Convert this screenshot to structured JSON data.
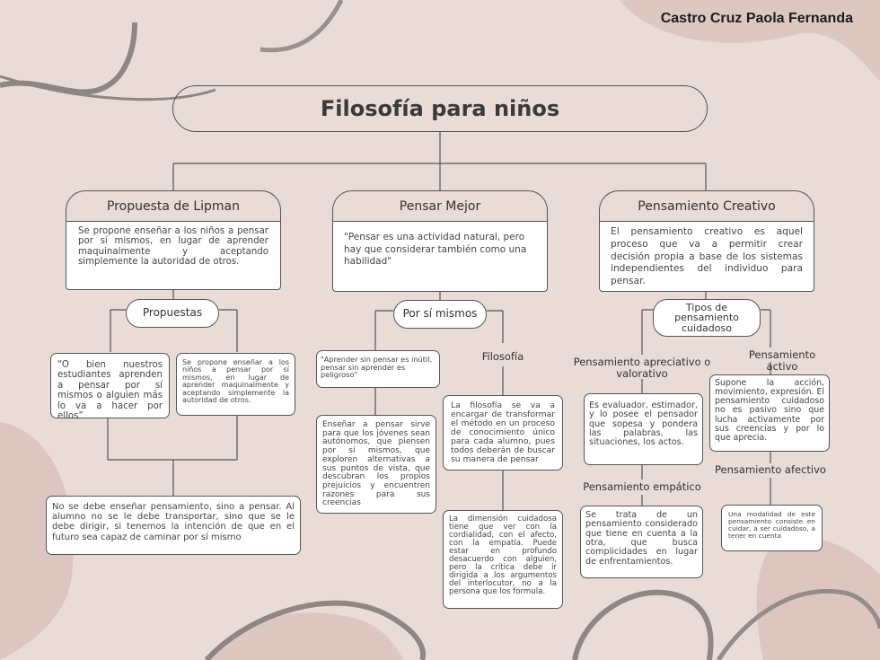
{
  "author": "Castro Cruz Paola Fernanda",
  "title": "Filosofía para niños",
  "branches": {
    "lipman": {
      "heading": "Propuesta de Lipman",
      "description": "Se propone enseñar a los niños a pensar por sí mismos, en lugar de aprender maquinalmente y aceptando simplemente la autoridad de otros.",
      "sub_label": "Propuestas",
      "left_card": "“O bien nuestros estudiantes aprenden a pensar por sí mismos o alguien más lo va a hacer por ellos”",
      "right_card": "Se propone enseñar a los niños a pensar por sí mismos, en lugar de aprender maquinalmente y aceptando simplemente la autoridad de otros.",
      "bottom_card": "No se debe enseñar pensamiento, sino a pensar. Al alumno no se le debe transportar, sino que se le debe dirigir, si tenemos la intención de que en el futuro sea capaz de caminar por sí mismo"
    },
    "pensar_mejor": {
      "heading": "Pensar Mejor",
      "description": "\"Pensar es una actividad natural, pero hay que considerar también como una habilidad\"",
      "sub_label": "Por sí mismos",
      "quote_card": "\"Aprender sin pensar es inútil, pensar sin aprender es peligroso\"",
      "teach_card": "Enseñar a pensar sirve para que los jóvenes sean autónomos, que piensen por sí mismos, que exploren alternativas a sus puntos de vista, que descubran los propios prejuicios y encuentren razones para sus creencias",
      "filosofia_label": "Filosofía",
      "filosofia_card": "La filosofía se va a encargar de transformar el método en un proceso de conocimiento único para cada alumno, pues todos deberán de buscar su manera de pensar",
      "dimension_card": "La dimensión cuidadosa tiene que ver con la cordialidad, con el afecto, con la empatía. Puede estar en profundo desacuerdo con alguien, pero la crítica debe ir dirigida a los argumentos del interlocutor, no a la persona que los formula."
    },
    "creativo": {
      "heading": "Pensamiento  Creativo",
      "description": "El pensamiento creativo es aquel proceso que va a permitir crear decisión propia a base de los sistemas independientes del individuo para pensar.",
      "sub_label": "Tipos de pensamiento cuidadoso",
      "apreciativo_label": "Pensamiento apreciativo o valorativo",
      "apreciativo_card": "Es evaluador, estimador, y lo posee el pensador que sopesa y pondera las palabras, las situaciones, los actos.",
      "activo_label": "Pensamiento activo",
      "activo_card": "Supone la acción, movimiento, expresión. El pensamiento cuidadoso no es pasivo sino que lucha activamente por sus creencias y por lo que aprecia.",
      "empatico_label": "Pensamiento empático",
      "empatico_card": "Se trata de un pensamiento considerado que tiene en cuenta a la otra, que busca complicidades en lugar de enfrentamientos.",
      "afectivo_label": "Pensamiento afectivo",
      "afectivo_card": "Una modalidad de este pensamiento consiste en cuidar, a ser cuidadoso, a tener en cuenta"
    }
  }
}
